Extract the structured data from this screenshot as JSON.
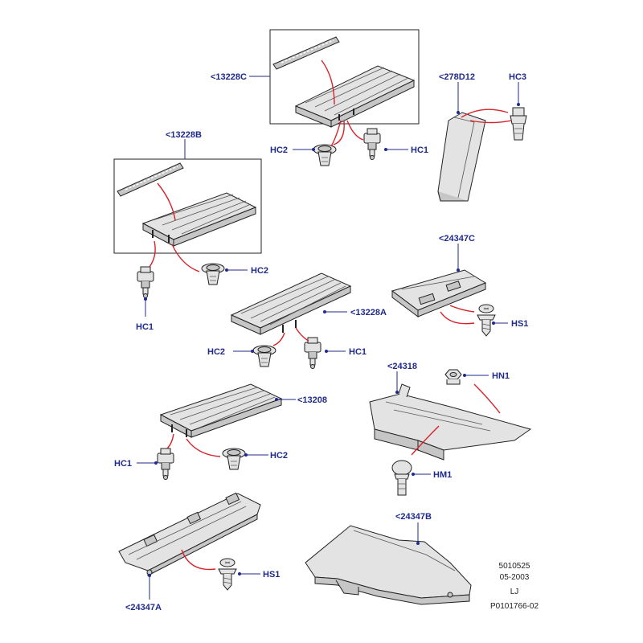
{
  "diagram": {
    "callouts": {
      "c13228C": "<13228C",
      "c278D12": "<278D12",
      "hc3": "HC3",
      "c13228B": "<13228B",
      "hc2_a": "HC2",
      "hc1_a": "HC1",
      "hc2_b": "HC2",
      "hc1_b": "HC1",
      "c24347C": "<24347C",
      "c13228A": "<13228A",
      "hs1_a": "HS1",
      "hc2_c": "HC2",
      "hc1_c": "HC1",
      "c24318": "<24318",
      "hn1": "HN1",
      "c13208": "<13208",
      "hc1_d": "HC1",
      "hc2_d": "HC2",
      "hm1": "HM1",
      "c24347B": "<24347B",
      "hs1_b": "HS1",
      "c24347A": "<24347A"
    },
    "meta": {
      "ref": "5010525",
      "date": "05-2003",
      "initials": "LJ",
      "part_no": "P0101766-02"
    },
    "colors": {
      "callout_text": "#1f2a8a",
      "leader_red": "#d8222a",
      "outline": "#222222"
    }
  }
}
